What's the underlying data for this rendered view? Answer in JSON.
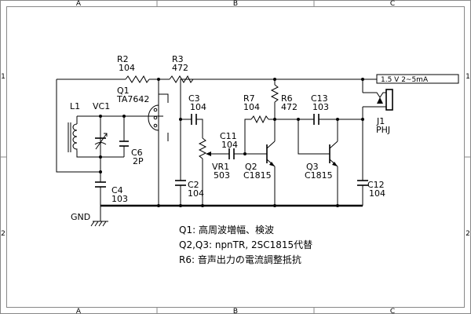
{
  "frame": {
    "columns": [
      "A",
      "B",
      "C"
    ],
    "rows": [
      "1",
      "2"
    ]
  },
  "labels": {
    "r2": {
      "ref": "R2",
      "value": "104"
    },
    "r3": {
      "ref": "R3",
      "value": "472"
    },
    "q1": {
      "ref": "Q1",
      "part": "TA7642"
    },
    "l1": {
      "ref": "L1"
    },
    "vc1": {
      "ref": "VC1"
    },
    "c6": {
      "ref": "C6",
      "value": "2P"
    },
    "c4": {
      "ref": "C4",
      "value": "103"
    },
    "gnd": {
      "ref": "GND"
    },
    "c3": {
      "ref": "C3",
      "value": "104"
    },
    "c2": {
      "ref": "C2",
      "value": "104"
    },
    "vr1": {
      "ref": "VR1",
      "value": "503"
    },
    "c11": {
      "ref": "C11",
      "value": "104"
    },
    "r7": {
      "ref": "R7",
      "value": "104"
    },
    "r6": {
      "ref": "R6",
      "value": "472"
    },
    "q2": {
      "ref": "Q2",
      "part": "C1815"
    },
    "c13": {
      "ref": "C13",
      "value": "103"
    },
    "q3": {
      "ref": "Q3",
      "part": "C1815"
    },
    "c12": {
      "ref": "C12",
      "value": "104"
    },
    "j1": {
      "ref": "J1",
      "part": "PHJ"
    },
    "supply": "1.5 V 2~5mA"
  },
  "notes": [
    "Q1: 高周波増幅、検波",
    "Q2,Q3: npnTR, 2SC1815代替",
    "R6: 音声出力の電流調整抵抗"
  ]
}
